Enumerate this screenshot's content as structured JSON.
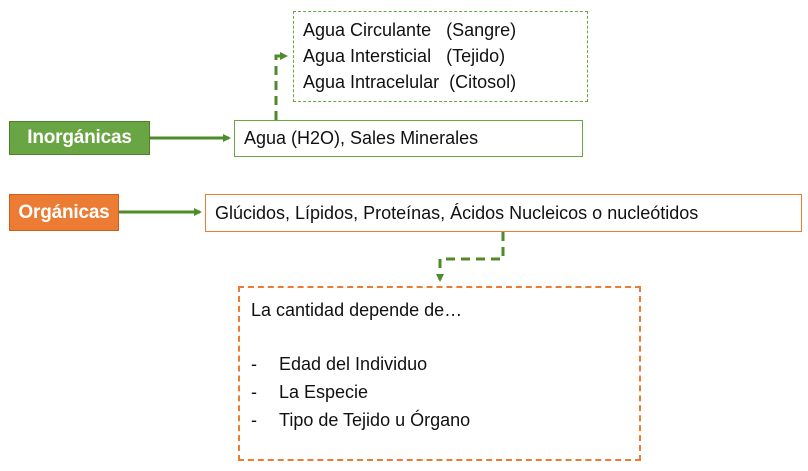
{
  "inorganicas": {
    "label": "Inorgánicas",
    "content": "Agua (H2O), Sales Minerales",
    "agua_types": [
      "Agua Circulante   (Sangre)",
      "Agua Intersticial   (Tejido)",
      "Agua Intracelular  (Citosol)"
    ],
    "color": "#6aa543"
  },
  "organicas": {
    "label": "Orgánicas",
    "content": "Glúcidos, Lípidos, Proteínas, Ácidos Nucleicos o nucleótidos",
    "color": "#ec7b33"
  },
  "cantidad": {
    "title": "La cantidad depende de…",
    "bullet": "-",
    "items": [
      "Edad del Individuo",
      "La Especie",
      "Tipo de Tejido u Órgano"
    ]
  }
}
